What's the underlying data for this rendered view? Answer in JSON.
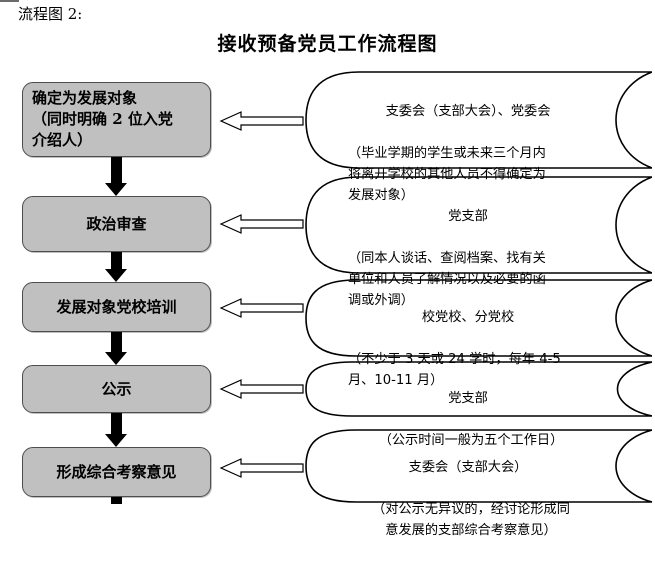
{
  "document": {
    "header_label": "流程图 2:",
    "chart_title": "接收预备党员工作流程图"
  },
  "theme": {
    "box_fill": "#C0C0C0",
    "box_border": "#4D4D4D",
    "arrow_fill": "#000000",
    "callout_stroke": "#000000",
    "page_background": "#FFFFFF"
  },
  "flow": {
    "steps": [
      {
        "id": "step-1",
        "label": "确定为发展对象\n（同时明确 2 位入党\n介绍人）",
        "callout_head": "支委会（支部大会）、党委会",
        "callout_body": "（毕业学期的学生或未来三个月内\n将离开学校的其他人员不得确定为\n发展对象）"
      },
      {
        "id": "step-2",
        "label": "政治审查",
        "callout_head": "党支部",
        "callout_body": "（同本人谈话、查阅档案、找有关\n单位和人员了解情况以及必要的函\n调或外调）"
      },
      {
        "id": "step-3",
        "label": "发展对象党校培训",
        "callout_head": "校党校、分党校",
        "callout_body": "（不少于 3 天或 24 学时，每年 4-5\n月、10-11 月）"
      },
      {
        "id": "step-4",
        "label": "公示",
        "callout_head": "党支部",
        "callout_body": "（公示时间一般为五个工作日）"
      },
      {
        "id": "step-5",
        "label": "形成综合考察意见",
        "callout_head": "支委会（支部大会）",
        "callout_body": "（对公示无异议的，经讨论形成同\n意发展的支部综合考察意见）"
      }
    ]
  }
}
